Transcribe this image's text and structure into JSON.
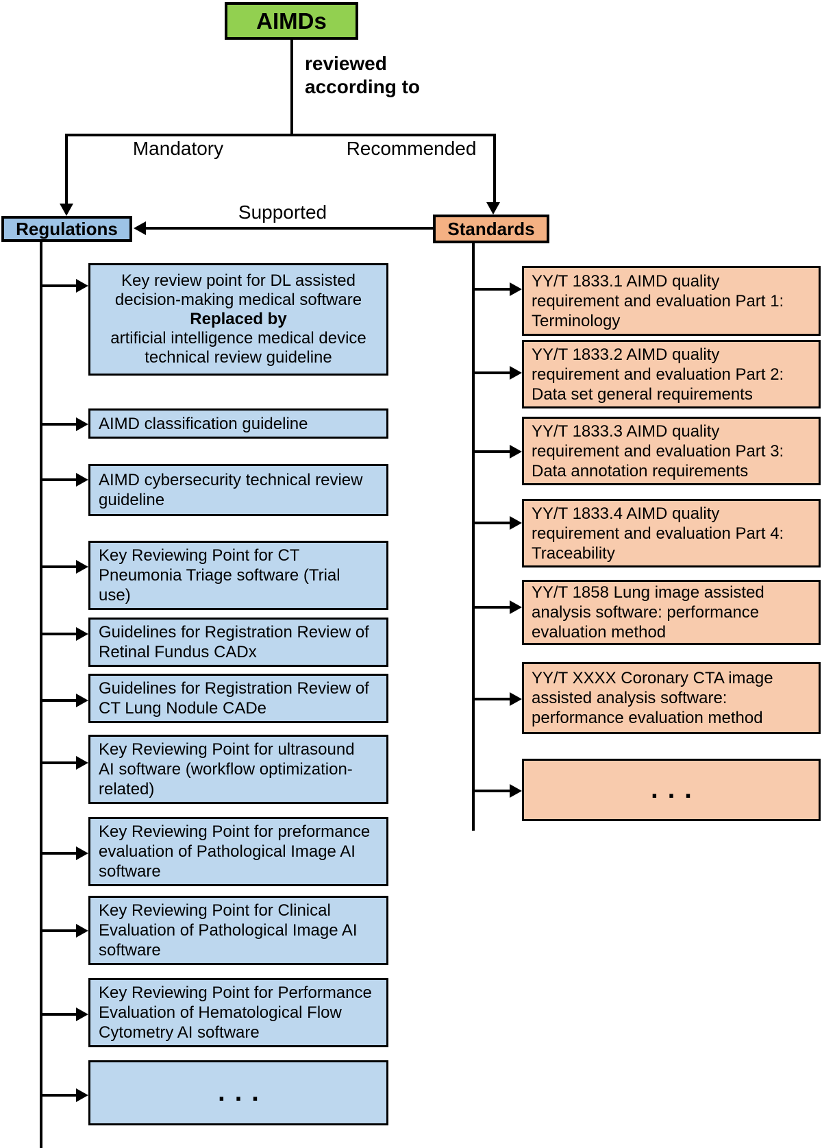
{
  "root": {
    "label": "AIMDs"
  },
  "edge_labels": {
    "reviewed": "reviewed\naccording to",
    "mandatory": "Mandatory",
    "recommended": "Recommended",
    "supported": "Supported"
  },
  "left": {
    "header": "Regulations",
    "replaced_box": {
      "top": "Key review point for DL assisted\ndecision-making medical software",
      "emphasis": "Replaced by",
      "bottom": "artificial intelligence medical device\ntechnical review guideline"
    },
    "boxes": [
      "AIMD classification guideline",
      "AIMD cybersecurity technical review\nguideline",
      "Key Reviewing Point for CT\nPneumonia Triage software (Trial\nuse)",
      "Guidelines for Registration Review of\nRetinal Fundus CADx",
      "Guidelines for Registration Review of\nCT Lung Nodule CADe",
      "Key Reviewing Point for ultrasound\nAI software (workflow optimization-\nrelated)",
      "Key Reviewing Point for preformance\nevaluation of Pathological Image AI\nsoftware",
      "Key Reviewing Point for Clinical\nEvaluation of Pathological Image AI\nsoftware",
      "Key Reviewing Point for Performance\nEvaluation of Hematological Flow\nCytometry AI software"
    ],
    "ellipsis": "..."
  },
  "right": {
    "header": "Standards",
    "boxes": [
      "YY/T 1833.1 AIMD quality\nrequirement and evaluation Part 1:\nTerminology",
      "YY/T 1833.2 AIMD quality\nrequirement and evaluation Part 2:\nData set general requirements",
      "YY/T 1833.3 AIMD quality\nrequirement and evaluation Part 3:\nData annotation requirements",
      "YY/T 1833.4 AIMD quality\nrequirement and evaluation Part 4:\nTraceability",
      "YY/T 1858 Lung image assisted\nanalysis software: performance\nevaluation method",
      "YY/T XXXX Coronary CTA image\nassisted analysis software:\nperformance evaluation method"
    ],
    "ellipsis": "..."
  },
  "colors": {
    "root_green": "#92D050",
    "regulations_header_blue": "#9DC3E6",
    "regulation_box_blue": "#BDD7EE",
    "standards_header_orange": "#F4B183",
    "standard_box_orange": "#F8CBAD",
    "line_black": "#000000",
    "background": "#ffffff"
  }
}
